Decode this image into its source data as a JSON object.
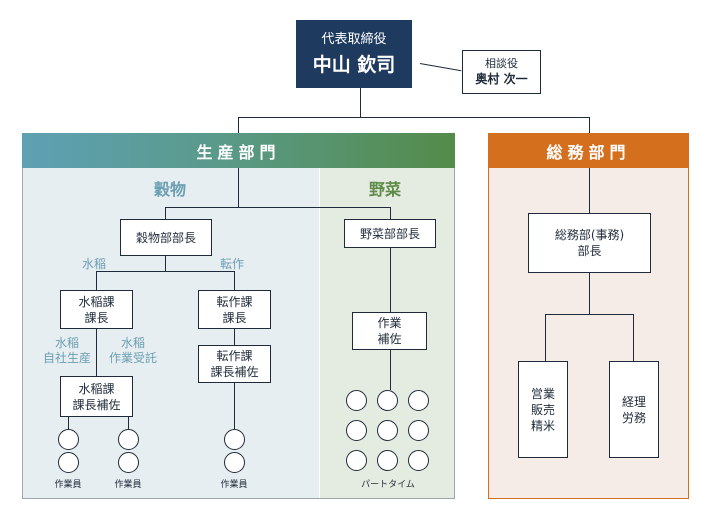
{
  "ceo": {
    "title": "代表取締役",
    "name": "中山 欽司"
  },
  "advisor": {
    "title": "相談役",
    "name": "奥村 次一"
  },
  "production": {
    "header": "生産部門",
    "grain": {
      "header": "穀物",
      "manager": "穀物部部長",
      "rice": {
        "label": "水稲",
        "chief_l1": "水稲課",
        "chief_l2": "課長",
        "sub_left_l1": "水稲",
        "sub_left_l2": "自社生産",
        "sub_right_l1": "水稲",
        "sub_right_l2": "作業受託",
        "assist_l1": "水稲課",
        "assist_l2": "課長補佐",
        "worker_left": "作業員",
        "worker_right": "作業員"
      },
      "rotation": {
        "label": "転作",
        "chief_l1": "転作課",
        "chief_l2": "課長",
        "assist_l1": "転作課",
        "assist_l2": "課長補佐",
        "worker": "作業員"
      }
    },
    "vegetable": {
      "header": "野菜",
      "manager": "野菜部部長",
      "assist_l1": "作業",
      "assist_l2": "補佐",
      "parttime": "パートタイム"
    }
  },
  "general": {
    "header": "総務部門",
    "manager_l1": "総務部(事務)",
    "manager_l2": "部長",
    "sales_l1": "営業",
    "sales_l2": "販売",
    "sales_l3": "精米",
    "accounting_l1": "経理",
    "accounting_l2": "労務"
  },
  "colors": {
    "ceo_box": "#1e3a5f",
    "production_header_start": "#5ea1b4",
    "production_header_end": "#548b4a",
    "grain_panel": "#e7eef1",
    "grain_text": "#6b9fb2",
    "vegetable_panel": "#e4ebe0",
    "vegetable_text": "#5e8b48",
    "general_header": "#d46f1e",
    "general_panel": "#f5ebe7"
  }
}
